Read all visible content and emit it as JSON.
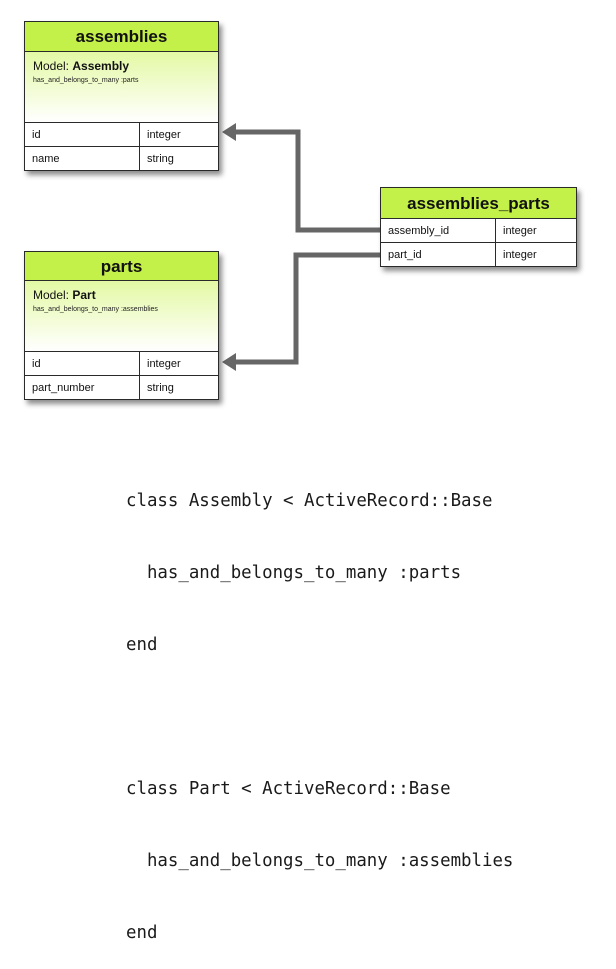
{
  "tables": {
    "assemblies": {
      "title": "assemblies",
      "model_prefix": "Model: ",
      "model_name": "Assembly",
      "association": "has_and_belongs_to_many :parts",
      "columns": [
        {
          "name": "id",
          "type": "integer"
        },
        {
          "name": "name",
          "type": "string"
        }
      ]
    },
    "parts": {
      "title": "parts",
      "model_prefix": "Model: ",
      "model_name": "Part",
      "association": "has_and_belongs_to_many :assemblies",
      "columns": [
        {
          "name": "id",
          "type": "integer"
        },
        {
          "name": "part_number",
          "type": "string"
        }
      ]
    },
    "assemblies_parts": {
      "title": "assemblies_parts",
      "columns": [
        {
          "name": "assembly_id",
          "type": "integer"
        },
        {
          "name": "part_id",
          "type": "integer"
        }
      ]
    }
  },
  "code": {
    "lines": [
      "class Assembly < ActiveRecord::Base",
      "  has_and_belongs_to_many :parts",
      "end",
      "",
      "class Part < ActiveRecord::Base",
      "  has_and_belongs_to_many :assemblies",
      "end"
    ]
  },
  "colors": {
    "header_fill": "#c4f04a",
    "connector": "#666666",
    "border": "#2a2a2a"
  }
}
